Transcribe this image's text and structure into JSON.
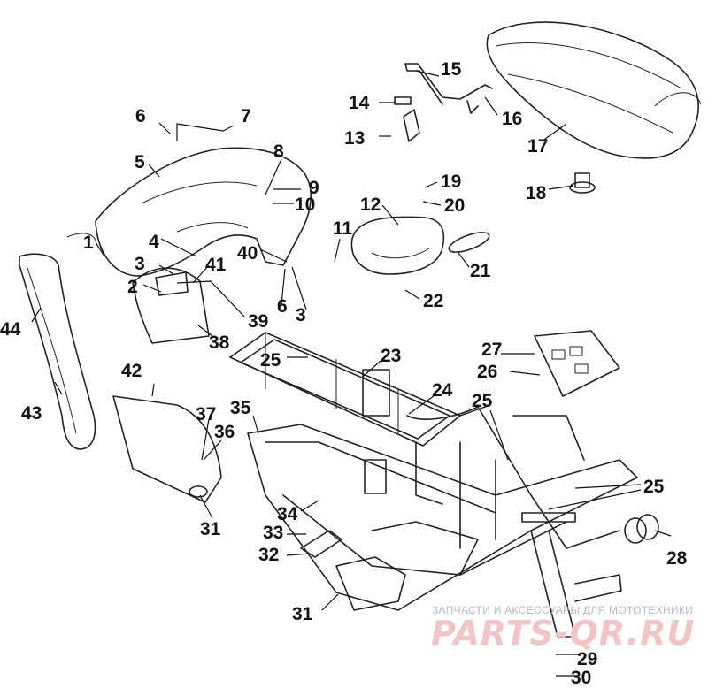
{
  "labels": {
    "l1": "1",
    "l2": "2",
    "l3a": "3",
    "l3b": "3",
    "l4": "4",
    "l5": "5",
    "l6a": "6",
    "l6b": "6",
    "l7": "7",
    "l8": "8",
    "l9": "9",
    "l10": "10",
    "l11": "11",
    "l12": "12",
    "l13": "13",
    "l14": "14",
    "l15": "15",
    "l16": "16",
    "l17": "17",
    "l18": "18",
    "l19": "19",
    "l20": "20",
    "l21": "21",
    "l22": "22",
    "l23": "23",
    "l24": "24",
    "l25a": "25",
    "l25b": "25",
    "l25c": "25",
    "l26": "26",
    "l27": "27",
    "l28": "28",
    "l29": "29",
    "l30": "30",
    "l31a": "31",
    "l31b": "31",
    "l32": "32",
    "l33": "33",
    "l34": "34",
    "l35": "35",
    "l36": "36",
    "l37": "37",
    "l38": "38",
    "l39": "39",
    "l40": "40",
    "l41": "41",
    "l42": "42",
    "l43": "43",
    "l44": "44"
  },
  "watermark": {
    "tagline": "ЗАПЧАСТИ И АКСЕССУАРЫ ДЛЯ МОТОТЕХНИКИ",
    "logo": "PARTS-QR.RU"
  },
  "colors": {
    "line": "#222222",
    "watermark_text": "#b9b9b9",
    "watermark_logo": "#f2c4c4"
  }
}
